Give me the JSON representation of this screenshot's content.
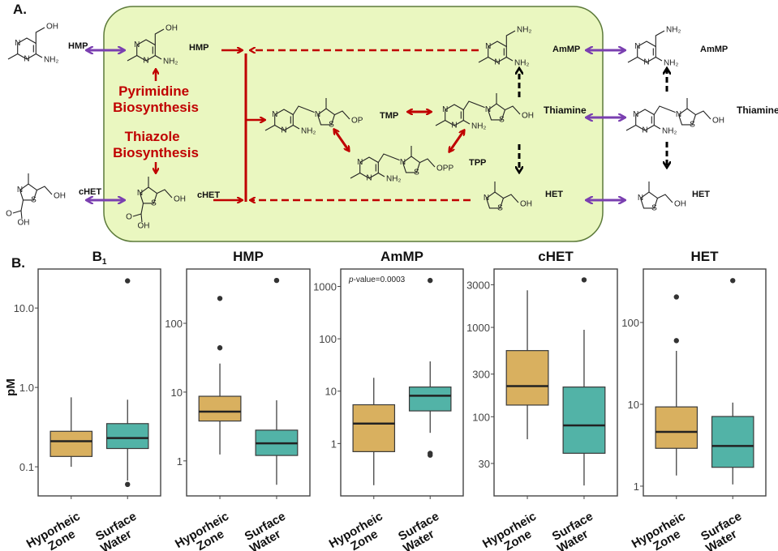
{
  "panel_a": {
    "label": "A.",
    "atoms": {
      "N": "N",
      "NH2": "NH₂",
      "OH": "OH",
      "S": "S",
      "OP": "OP",
      "OPP": "OPP",
      "O": "O"
    },
    "molecules": {
      "hmp_out": "HMP",
      "hmp_in": "HMP",
      "chet_out": "cHET",
      "chet_in": "cHET",
      "tmp": "TMP",
      "tpp": "TPP",
      "thiamine_in": "Thiamine",
      "thiamine_out": "Thiamine",
      "ammp_in": "AmMP",
      "ammp_out": "AmMP",
      "het_in": "HET",
      "het_out": "HET"
    },
    "pyrimidine_text": [
      "Pyrimidine",
      "Biosynthesis"
    ],
    "thiazole_text": [
      "Thiazole",
      "Biosynthesis"
    ],
    "colors": {
      "cell": "#EAF7C0",
      "cell_border": "#5C7A3A",
      "synthesis": "#C00000",
      "transport": "#7A3FB0",
      "degradation": "#000000"
    }
  },
  "panel_b": {
    "label": "B.",
    "ylabel": "pM",
    "p_value_prefix": "p",
    "p_value_rest": "-value=0.0003",
    "colors": {
      "Hyporheic Zone": "#D9B05F",
      "Surface Water": "#52B3A7"
    }
  },
  "chart_data": [
    {
      "type": "box",
      "title": "B",
      "title_sub": "1",
      "yscale": "log",
      "ylim": [
        0.043,
        31
      ],
      "yticks": [
        "0.1",
        "1.0",
        "10.0"
      ],
      "ytick_values": [
        0.1,
        1,
        10
      ],
      "categories": [
        [
          "Hyporheic",
          "Zone"
        ],
        [
          "Surface",
          "Water"
        ]
      ],
      "boxes": [
        {
          "low": 0.1,
          "q1": 0.135,
          "median": 0.21,
          "q3": 0.28,
          "high": 0.75,
          "outliers": []
        },
        {
          "low": 0.067,
          "q1": 0.17,
          "median": 0.23,
          "q3": 0.35,
          "high": 0.7,
          "outliers": [
            0.06,
            22
          ]
        }
      ]
    },
    {
      "type": "box",
      "title": "HMP",
      "yscale": "log",
      "ylim": [
        0.31,
        615
      ],
      "yticks": [
        "1",
        "10",
        "100"
      ],
      "ytick_values": [
        1,
        10,
        100
      ],
      "categories": [
        [
          "Hyporheic",
          "Zone"
        ],
        [
          "Surface",
          "Water"
        ]
      ],
      "boxes": [
        {
          "low": 1.24,
          "q1": 3.8,
          "median": 5.2,
          "q3": 8.7,
          "high": 26,
          "outliers": [
            44,
            230
          ]
        },
        {
          "low": 0.45,
          "q1": 1.2,
          "median": 1.8,
          "q3": 2.8,
          "high": 7.6,
          "outliers": [
            420
          ]
        }
      ]
    },
    {
      "type": "box",
      "title": "AmMP",
      "yscale": "log",
      "ylim": [
        0.1,
        2150
      ],
      "yticks": [
        "1",
        "10",
        "100",
        "1000"
      ],
      "ytick_values": [
        1,
        10,
        100,
        1000
      ],
      "categories": [
        [
          "Hyporheic",
          "Zone"
        ],
        [
          "Surface",
          "Water"
        ]
      ],
      "boxes": [
        {
          "low": 0.16,
          "q1": 0.7,
          "median": 2.4,
          "q3": 5.5,
          "high": 18,
          "outliers": []
        },
        {
          "low": 1.6,
          "q1": 4.2,
          "median": 8.2,
          "q3": 12,
          "high": 37,
          "outliers": [
            0.6,
            0.65,
            1300
          ]
        }
      ]
    },
    {
      "type": "box",
      "title": "cHET",
      "yscale": "log",
      "ylim": [
        13,
        4500
      ],
      "yticks": [
        "30",
        "100",
        "300",
        "1000",
        "3000"
      ],
      "ytick_values": [
        30,
        100,
        300,
        1000,
        3000
      ],
      "categories": [
        [
          "Hyporheic",
          "Zone"
        ],
        [
          "Surface",
          "Water"
        ]
      ],
      "boxes": [
        {
          "low": 56,
          "q1": 135,
          "median": 220,
          "q3": 550,
          "high": 2600,
          "outliers": []
        },
        {
          "low": 17,
          "q1": 39,
          "median": 80,
          "q3": 215,
          "high": 940,
          "outliers": [
            3400
          ]
        }
      ]
    },
    {
      "type": "box",
      "title": "HET",
      "yscale": "log",
      "ylim": [
        0.76,
        450
      ],
      "yticks": [
        "1",
        "10",
        "100"
      ],
      "ytick_values": [
        1,
        10,
        100
      ],
      "categories": [
        [
          "Hyporheic",
          "Zone"
        ],
        [
          "Surface",
          "Water"
        ]
      ],
      "boxes": [
        {
          "low": 1.35,
          "q1": 2.9,
          "median": 4.6,
          "q3": 9.3,
          "high": 45,
          "outliers": [
            60,
            205
          ]
        },
        {
          "low": 1.05,
          "q1": 1.7,
          "median": 3.1,
          "q3": 7.1,
          "high": 10.5,
          "outliers": [
            325
          ]
        }
      ]
    }
  ]
}
